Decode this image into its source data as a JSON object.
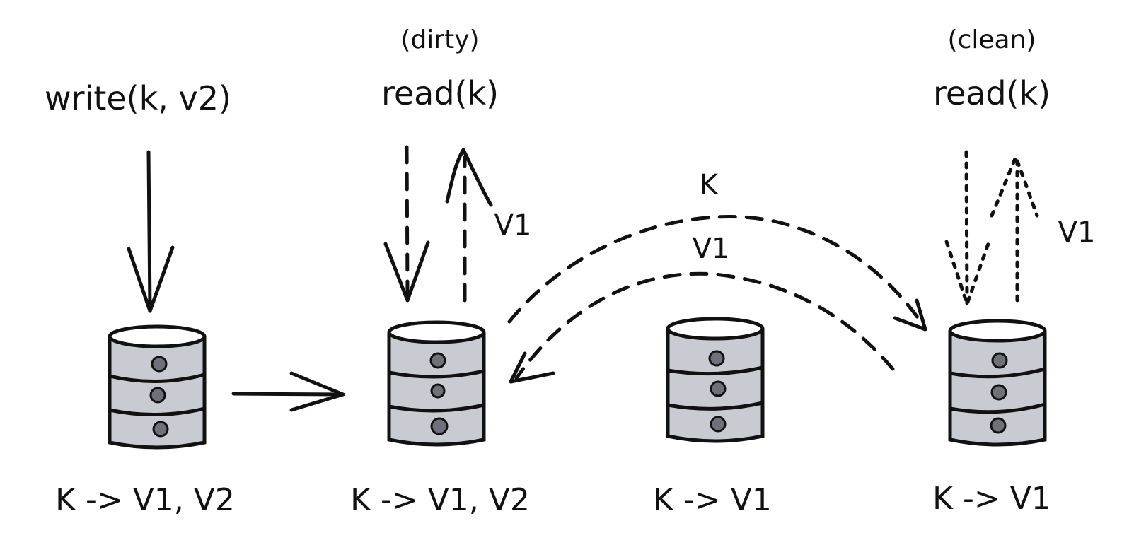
{
  "operations": {
    "write": "write(k, v2)",
    "dirty_status": "(dirty)",
    "dirty_read": "read(k)",
    "clean_status": "(clean)",
    "clean_read": "read(k)"
  },
  "flow_labels": {
    "dirty_return": "V1",
    "sync_request": "K",
    "sync_response": "V1",
    "clean_return": "V1"
  },
  "nodes": [
    {
      "label": "K -> V1, V2"
    },
    {
      "label": "K -> V1, V2"
    },
    {
      "label": "K -> V1"
    },
    {
      "label": "K -> V1"
    }
  ],
  "colors": {
    "ink": "#111111",
    "db_fill": "#c8cbd1",
    "db_top": "#ffffff",
    "dot": "#6e7179"
  }
}
